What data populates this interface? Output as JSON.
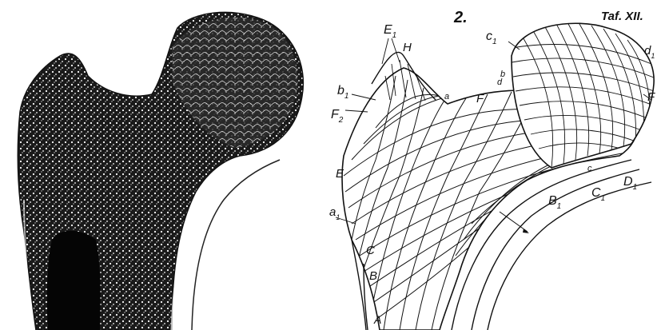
{
  "figure": {
    "panel_number": "2.",
    "plate": "Taf. XII.",
    "labels": [
      {
        "id": "E1",
        "base": "E",
        "sub": "1"
      },
      {
        "id": "H",
        "base": "H",
        "sub": ""
      },
      {
        "id": "c1",
        "base": "c",
        "sub": "1"
      },
      {
        "id": "d1",
        "base": "d",
        "sub": "1"
      },
      {
        "id": "b1",
        "base": "b",
        "sub": "1"
      },
      {
        "id": "F2",
        "base": "F",
        "sub": "2"
      },
      {
        "id": "F",
        "base": "F",
        "sub": ""
      },
      {
        "id": "F-right",
        "base": "F",
        "sub": ""
      },
      {
        "id": "E",
        "base": "E",
        "sub": ""
      },
      {
        "id": "a1",
        "base": "a",
        "sub": "1"
      },
      {
        "id": "C",
        "base": "C",
        "sub": ""
      },
      {
        "id": "B",
        "base": "B",
        "sub": ""
      },
      {
        "id": "A",
        "base": "A",
        "sub": ""
      },
      {
        "id": "B1",
        "base": "B",
        "sub": "1"
      },
      {
        "id": "C1",
        "base": "C",
        "sub": "1"
      },
      {
        "id": "D1",
        "base": "D",
        "sub": "1"
      },
      {
        "id": "c",
        "base": "c",
        "sub": ""
      },
      {
        "id": "a",
        "base": "a",
        "sub": ""
      },
      {
        "id": "b",
        "base": "b",
        "sub": ""
      },
      {
        "id": "small-d",
        "base": "d",
        "sub": ""
      }
    ],
    "colors": {
      "ink": "#111111",
      "paper": "#ffffff",
      "bone": "#1a1a1a"
    }
  }
}
